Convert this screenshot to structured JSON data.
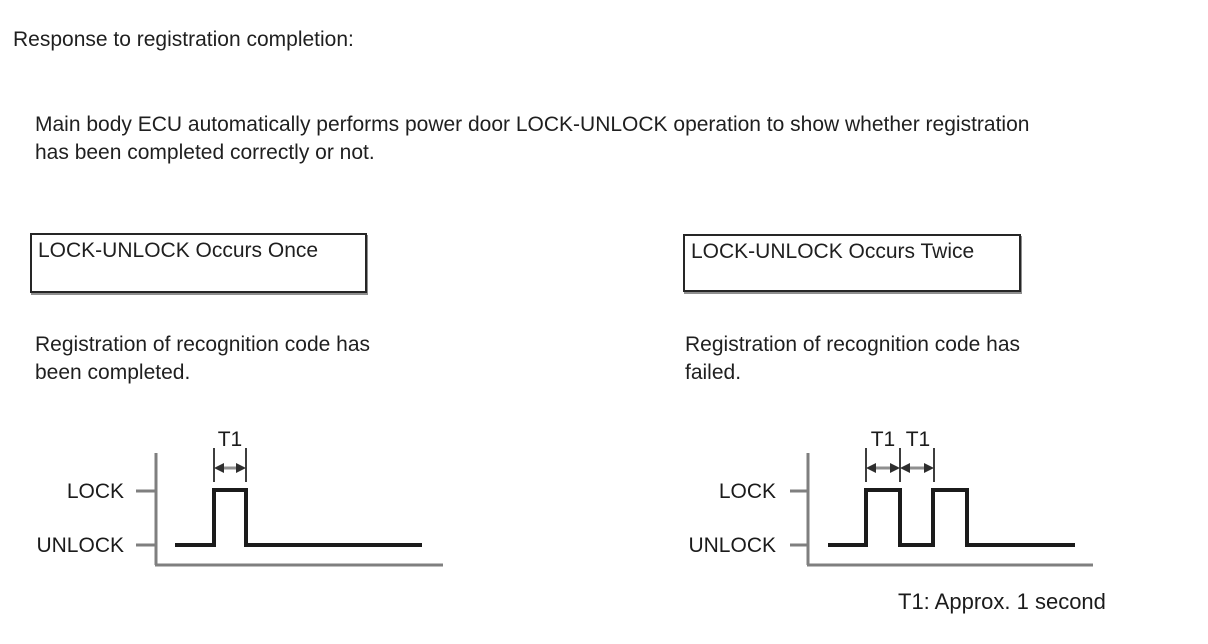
{
  "header": {
    "title": "Response to registration completion:"
  },
  "intro": {
    "lines": [
      "Main body ECU automatically performs power door LOCK-UNLOCK operation to show whether registration",
      "has been completed correctly or not."
    ]
  },
  "panels": [
    {
      "heading": "LOCK-UNLOCK Occurs Once",
      "caption_lines": [
        "Registration of recognition code has",
        "been completed."
      ],
      "signal": {
        "high_label": "LOCK",
        "low_label": "UNLOCK",
        "interval_labels": [
          "T1"
        ],
        "pulse_count": 1
      }
    },
    {
      "heading": "LOCK-UNLOCK Occurs Twice",
      "caption_lines": [
        "Registration of recognition code has",
        "failed."
      ],
      "signal": {
        "high_label": "LOCK",
        "low_label": "UNLOCK",
        "interval_labels": [
          "T1",
          "T1"
        ],
        "pulse_count": 2
      }
    }
  ],
  "footnote": {
    "text": "T1: Approx. 1 second"
  },
  "colors": {
    "text": "#1f1f1f",
    "waveform": "#1b1b1b",
    "axis_gray": "#7f7f7f",
    "background": "#ffffff"
  }
}
